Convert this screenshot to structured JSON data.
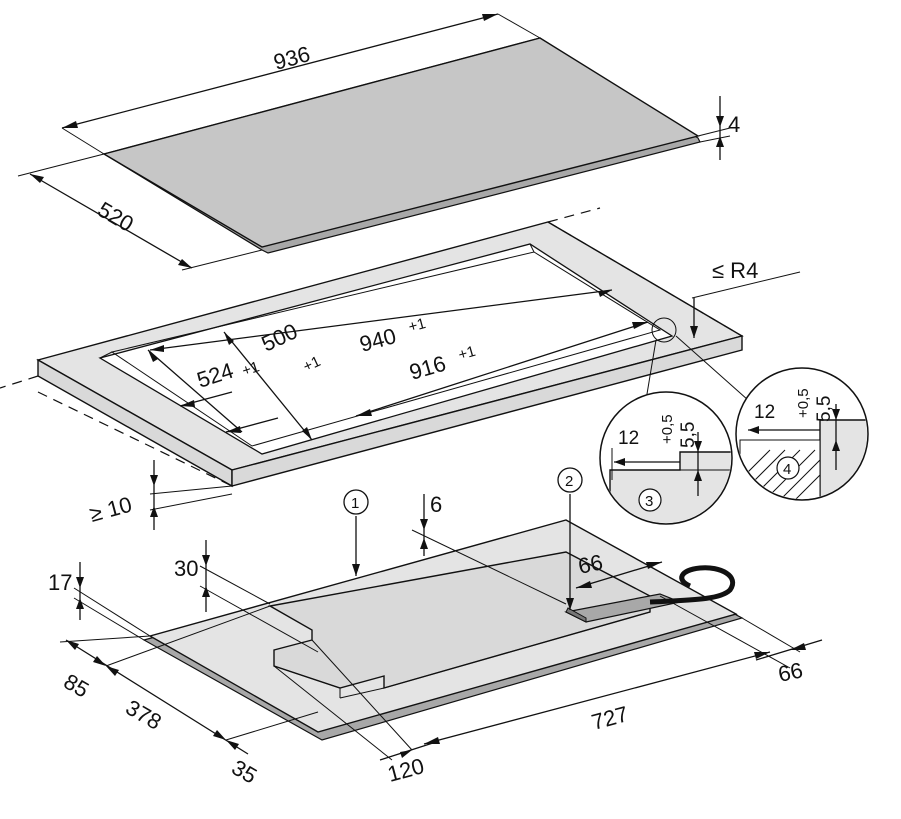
{
  "dims": {
    "width": "936",
    "depth": "520",
    "thickness": "4",
    "cut_w": "940",
    "cut_w_tol": "+1",
    "cut_d": "500",
    "cut_d_tol": "+1",
    "frame_d": "524",
    "frame_d_tol": "+1",
    "inner_w": "916",
    "inner_w_tol": "+1",
    "radius": "≤ R4",
    "min_gap": "≥ 10",
    "d6": "6",
    "d30": "30",
    "d17": "17",
    "d85": "85",
    "d378": "378",
    "d35": "35",
    "d120": "120",
    "d727": "727",
    "d66_top": "66",
    "d66_side": "66",
    "det12": "12",
    "det05": "+0,5",
    "det55": "5,5"
  },
  "callouts": [
    "1",
    "2",
    "3",
    "4"
  ]
}
